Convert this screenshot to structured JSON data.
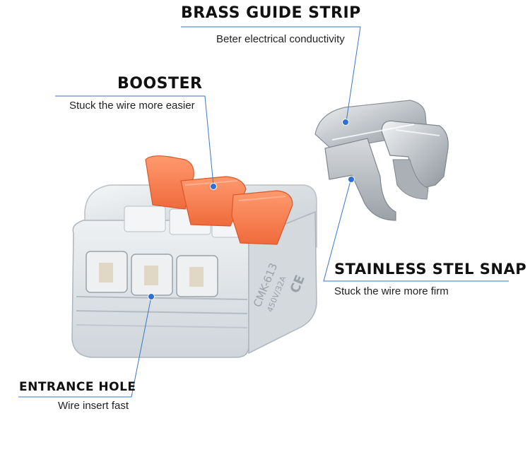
{
  "callouts": {
    "brass": {
      "title": "BRASS GUIDE STRIP",
      "subtitle": "Beter electrical conductivity"
    },
    "booster": {
      "title": "BOOSTER",
      "subtitle": "Stuck the wire more easier"
    },
    "snap": {
      "title": "STAINLESS STEL SNAP",
      "subtitle": "Stuck the wire more firm"
    },
    "entrance": {
      "title": "ENTRANCE HOLE",
      "subtitle": "Wire insert fast"
    }
  },
  "product": {
    "model": "CMK-613",
    "rating": "450V/32A",
    "mark": "CE"
  },
  "colors": {
    "leader_line": "#3a78c9",
    "marker_dot": "#2f6fd6",
    "lever": "#f5784a",
    "housing": "#dfe3e6",
    "metal": "#c8ccd0"
  }
}
